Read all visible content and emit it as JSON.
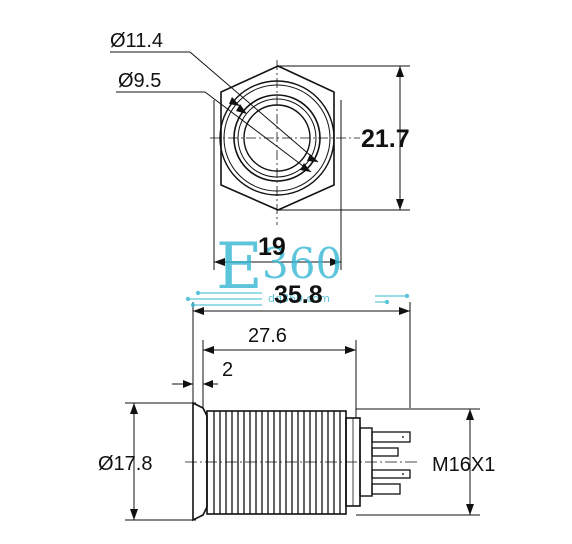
{
  "labels": {
    "dia_11_4": "Ø11.4",
    "dia_9_5": "Ø9.5",
    "height_21_7": "21.7",
    "width_19": "19",
    "length_35_8": "35.8",
    "length_27_6": "27.6",
    "flange_2": "2",
    "dia_17_8": "Ø17.8",
    "thread_m16": "M16X1"
  },
  "watermark": {
    "logo_letter": "E",
    "logo_digits": "360",
    "domain": "dq360.com"
  },
  "colors": {
    "line": "#111111",
    "watermark": "#35b7d3"
  }
}
